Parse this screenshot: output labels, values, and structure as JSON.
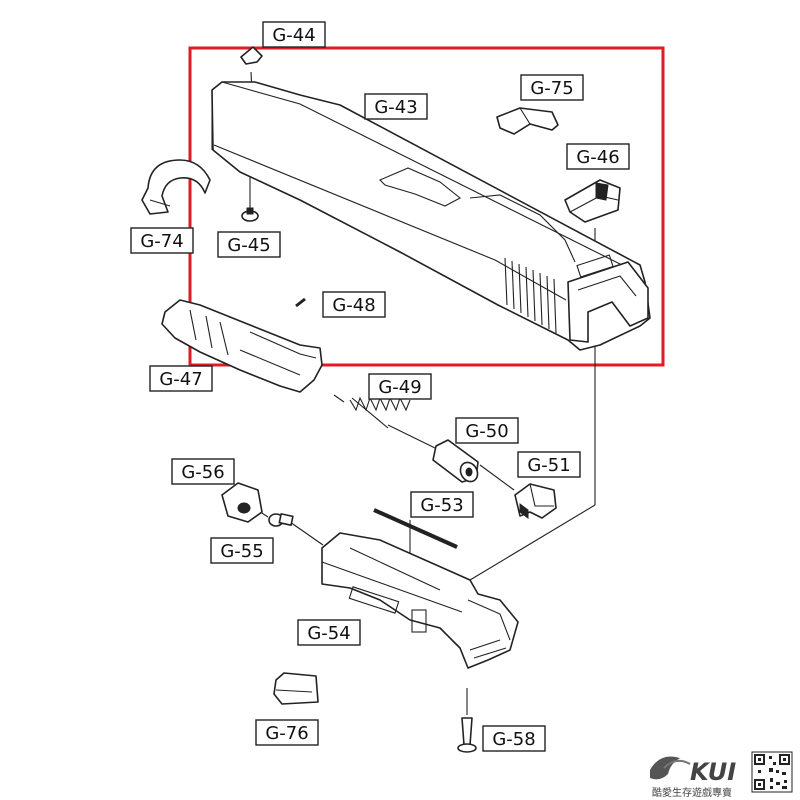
{
  "labels": {
    "g44": "G-44",
    "g43": "G-43",
    "g75": "G-75",
    "g46": "G-46",
    "g74": "G-74",
    "g45": "G-45",
    "g48": "G-48",
    "g47": "G-47",
    "g49": "G-49",
    "g50": "G-50",
    "g51": "G-51",
    "g56": "G-56",
    "g53": "G-53",
    "g55": "G-55",
    "g54": "G-54",
    "g76": "G-76",
    "g58": "G-58"
  },
  "highlight": {
    "color": "#e01b24"
  },
  "watermark": {
    "brand": "KUI",
    "tagline": "酷愛生存遊戲專賣"
  }
}
